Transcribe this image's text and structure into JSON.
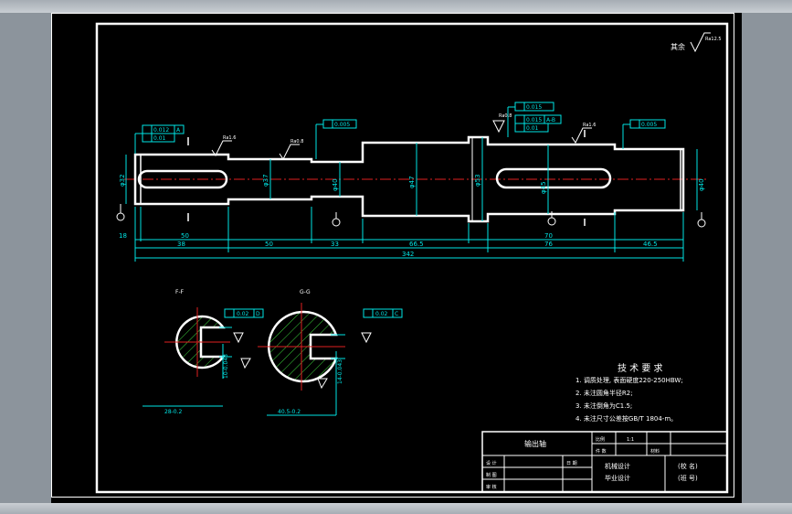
{
  "title_block": {
    "part_name": "输出轴",
    "r1": [
      "比例",
      "1:1"
    ],
    "r2": [
      "件 数",
      "材料"
    ],
    "design_label": "设 计",
    "date_label": "日 期",
    "drawing_label": "制 图",
    "review_label": "审 核",
    "center1": "机械设计",
    "center2": "毕业设计",
    "school": "(校 名)",
    "class_no": "(班 号)"
  },
  "tech": {
    "heading": "技 术 要 求",
    "lines": [
      "1. 调质处理, 表面硬度220-250HBW;",
      "2. 未注圆角半径R2;",
      "3. 未注倒角为C1.5;",
      "4. 未注尺寸公差按GB/T 1804-m。"
    ]
  },
  "roughness_note": "其余",
  "roughness_value": "Ra12.5",
  "shaft_dims": {
    "diameters": [
      "φ32",
      "φ37",
      "φ40",
      "φ47",
      "φ53",
      "φ45",
      "φ40"
    ],
    "lengths_row1": [
      "18",
      "50",
      "50",
      "33",
      "66.5",
      "70",
      "46.5"
    ],
    "lengths_row2": [
      "38",
      "76"
    ],
    "total": "342"
  },
  "tolerances": {
    "t1": "0.012",
    "t1_datum": "A",
    "t2": "0.01",
    "t3": "0.005",
    "t4": "0.015",
    "t4_datum": "A-B",
    "t5": "0.015",
    "t5_datum": "A-B",
    "t6": "0.01",
    "t7": "0.005",
    "sa_tol": "0.02",
    "sa_datum": "D",
    "sb_tol": "0.02",
    "sb_datum": "C"
  },
  "roughness_tags": [
    "Ra1.6",
    "Ra0.8",
    "Ra0.8",
    "Ra1.6"
  ],
  "sections": {
    "a_label": "F-F",
    "a_depth": "28-0.2",
    "a_width": "10-0.043",
    "b_label": "G-G",
    "b_depth": "40.5-0.2",
    "b_width": "14-0.043"
  },
  "datum_marks": [
    "A",
    "B",
    "C",
    "D"
  ]
}
